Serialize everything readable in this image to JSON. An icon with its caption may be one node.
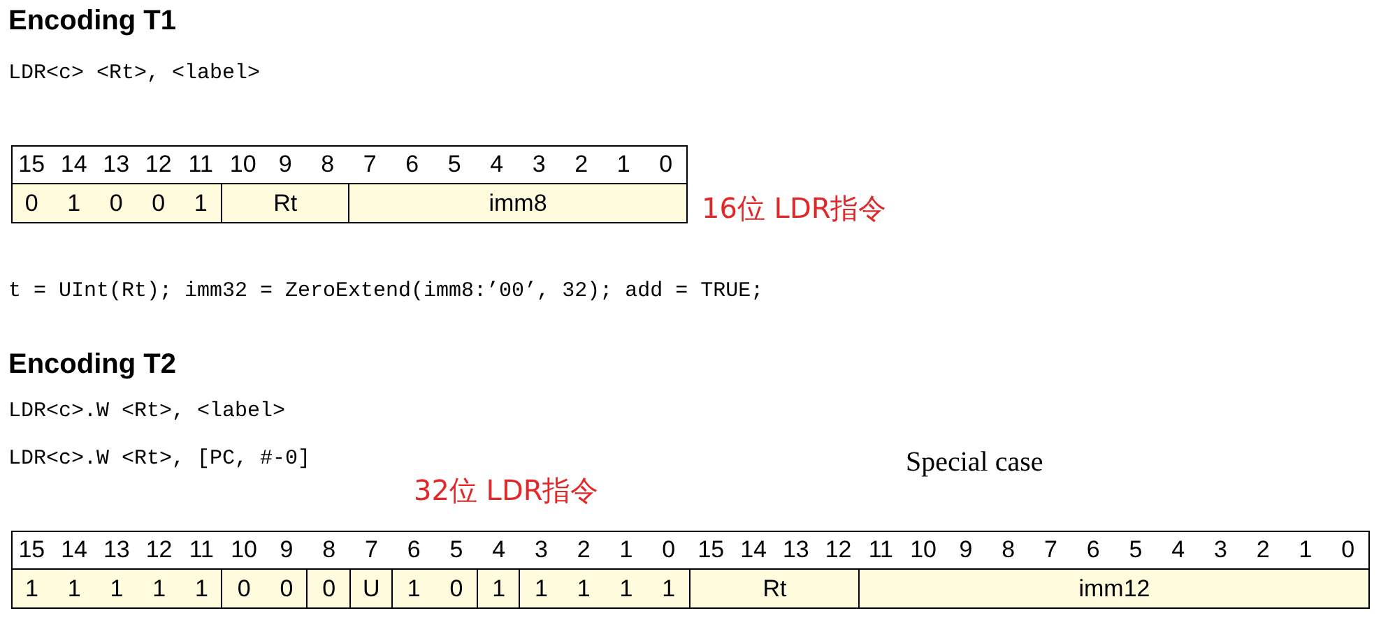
{
  "diagram": {
    "labels": [
      "Encoding T1",
      "LDR<c> <Rt>, <label>",
      "15",
      "14",
      "13",
      "12",
      "11",
      "10",
      "9",
      "8",
      "7",
      "6",
      "5",
      "4",
      "3",
      "2",
      "1",
      "0",
      "0",
      "1",
      "0",
      "0",
      "1",
      "Rt",
      "imm8",
      "16位 LDR指令",
      "t = UInt(Rt);  imm32 = ZeroExtend(imm8:’00’, 32);  add = TRUE;",
      "Encoding T2",
      "LDR<c>.W <Rt>, <label>",
      "LDR<c>.W <Rt>, [PC, #-0]",
      "Special case",
      "32位 LDR指令",
      "15",
      "14",
      "13",
      "12",
      "11",
      "10",
      "9",
      "8",
      "7",
      "6",
      "5",
      "4",
      "3",
      "2",
      "1",
      "0",
      "15",
      "14",
      "13",
      "12",
      "11",
      "10",
      "9",
      "8",
      "7",
      "6",
      "5",
      "4",
      "3",
      "2",
      "1",
      "0",
      "1",
      "1",
      "1",
      "1",
      "1",
      "0",
      "0",
      "0",
      "U",
      "1",
      "0",
      "1",
      "1",
      "1",
      "1",
      "1",
      "Rt",
      "imm12"
    ]
  }
}
